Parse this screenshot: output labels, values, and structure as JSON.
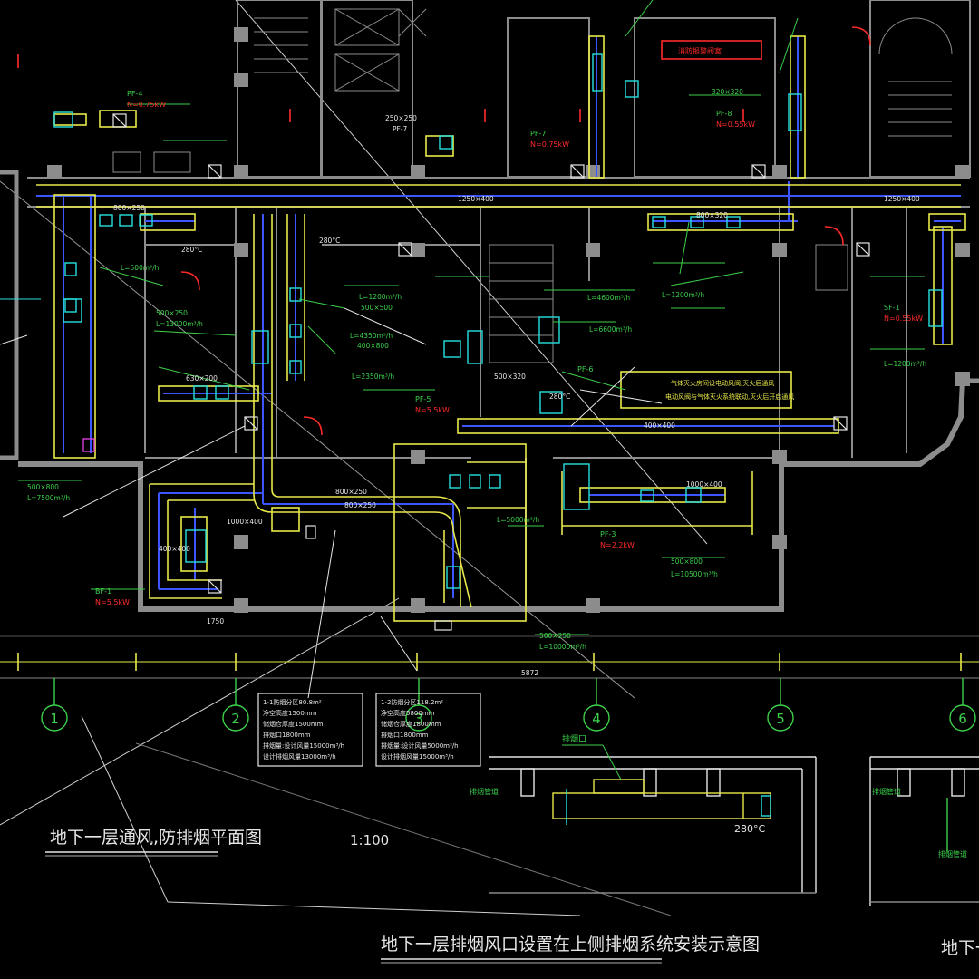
{
  "titles": {
    "plan_title": "地下一层通风,防排烟平面图",
    "plan_scale": "1:100",
    "detail_title": "地下一层排烟风口设置在上侧排烟系统安装示意图",
    "detail_title_cut": "地下一"
  },
  "colors": {
    "background": "#000000",
    "wall": "#8c8c8c",
    "duct_yellow": "#e8e84a",
    "duct_blue": "#3c55ff",
    "cyan": "#27e0e0",
    "green": "#3cd04a",
    "red": "#ff2a2a",
    "white": "#e6e6e6",
    "magenta": "#d93cd9"
  },
  "grid_axes": [
    "1",
    "2",
    "3",
    "4",
    "5",
    "6"
  ],
  "dims": {
    "d1": "1250×400",
    "d2": "1250×400",
    "d3": "800×250",
    "d4": "1000×400",
    "d5": "800×320",
    "d6": "500×320",
    "d7": "630×200",
    "d8": "800×250",
    "d9": "400×400",
    "d10": "5872",
    "d11": "1750",
    "d12": "280°C",
    "d13": "280°C",
    "d14": "280°C"
  },
  "equipment": {
    "pf4": "PF-4",
    "pf4_kw": "N=0.75kW",
    "pf7": "PF-7",
    "pf7_kw": "N=0.75kW",
    "pf8": "PF-8",
    "pf8_kw": "N=0.55kW",
    "pf6": "PF-6",
    "pf5": "PF-5",
    "pf5_kw": "N=5.5kW",
    "pf3": "PF-3",
    "pf3_kw": "N=2.2kW",
    "sf1": "SF-1",
    "sf1_kw": "N=0.55kW",
    "bf1": "BF-1",
    "bf1_kw": "N=5.5kW"
  },
  "airflows": {
    "a1": "L=500m³/h",
    "a2": "L=1200m³/h",
    "a3": "L=4350m³/h",
    "a4": "L=2350m³/h",
    "a5": "L=13000m³/h",
    "a6": "L=4600m³/h",
    "a7": "L=6600m³/h",
    "a8": "L=5000m³/h",
    "a9": "L=10500m³/h",
    "a10": "L=7500m³/h",
    "a11": "L=1200m³/h",
    "a12": "L=10000m³/h",
    "a13": "L=1200m³/h"
  },
  "notes": {
    "n1": "500×800",
    "n2": "500×250",
    "n3": "400×800",
    "n4": "500×500",
    "n5": "320×320",
    "n6": "500×250",
    "n7": "250×250",
    "n8": "PF-7",
    "n9": "1000×400",
    "n10": "800×250",
    "n11": "400×400",
    "n12": "500×800"
  },
  "smoke_zone_1": {
    "line1": "1-1防烟分区80.8m²",
    "line2": "净空高度1500mm",
    "line3": "储烟仓厚度1500mm",
    "line4": "排烟口1800mm",
    "line5": "排烟量:设计风量15000m³/h",
    "line6": "设计排烟风量13000m³/h"
  },
  "smoke_zone_2": {
    "line1": "1-2防烟分区118.2m²",
    "line2": "净空高度5800mm",
    "line3": "储烟仓厚度1800mm",
    "line4": "排烟口1800mm",
    "line5": "排烟量:设计风量5000m³/h",
    "line6": "设计排烟风量15000m³/h"
  },
  "callout": {
    "line1": "气体灭火房间设电动风阀,灭火后通风",
    "line2": "电动风阀与气体灭火系统联动,灭火后开启通风"
  },
  "red_box_label": "消防报警阀室",
  "detail": {
    "vent": "排烟口",
    "temp": "280°C",
    "left": "排烟管道",
    "left2": "排烟管道",
    "right": "排烟管道"
  }
}
